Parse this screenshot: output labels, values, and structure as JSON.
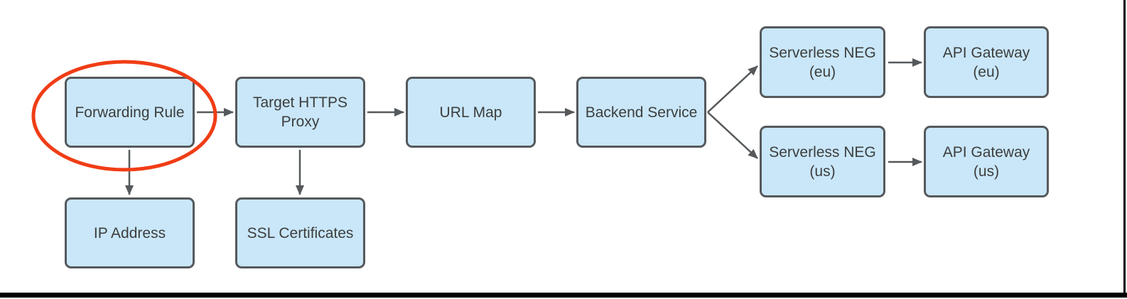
{
  "diagram": {
    "description": "Load balancing architecture flow diagram with the Forwarding Rule node circled in red",
    "nodes": [
      {
        "id": "forwarding-rule",
        "line1": "Forwarding Rule"
      },
      {
        "id": "target-https-proxy",
        "line1": "Target HTTPS",
        "line2": "Proxy"
      },
      {
        "id": "url-map",
        "line1": "URL Map"
      },
      {
        "id": "backend-service",
        "line1": "Backend Service"
      },
      {
        "id": "serverless-neg-eu",
        "line1": "Serverless NEG",
        "line2": "(eu)"
      },
      {
        "id": "api-gateway-eu",
        "line1": "API Gateway",
        "line2": "(eu)"
      },
      {
        "id": "serverless-neg-us",
        "line1": "Serverless NEG",
        "line2": "(us)"
      },
      {
        "id": "api-gateway-us",
        "line1": "API Gateway",
        "line2": "(us)"
      },
      {
        "id": "ip-address",
        "line1": "IP Address"
      },
      {
        "id": "ssl-certificates",
        "line1": "SSL Certificates"
      }
    ],
    "edges": [
      {
        "from": "Forwarding Rule",
        "to": "Target HTTPS Proxy"
      },
      {
        "from": "Target HTTPS Proxy",
        "to": "URL Map"
      },
      {
        "from": "URL Map",
        "to": "Backend Service"
      },
      {
        "from": "Backend Service",
        "to": "Serverless NEG (eu)"
      },
      {
        "from": "Backend Service",
        "to": "Serverless NEG (us)"
      },
      {
        "from": "Serverless NEG (eu)",
        "to": "API Gateway (eu)"
      },
      {
        "from": "Serverless NEG (us)",
        "to": "API Gateway (us)"
      },
      {
        "from": "Forwarding Rule",
        "to": "IP Address"
      },
      {
        "from": "Target HTTPS Proxy",
        "to": "SSL Certificates"
      }
    ],
    "annotation": {
      "type": "ellipse-highlight",
      "highlights": "Forwarding Rule",
      "color": "#f03d16"
    },
    "colors": {
      "node_fill": "#c9e7f9",
      "node_border": "#55595c",
      "arrow": "#55595c",
      "text": "#3d3d3d",
      "frame_edge": "#000000"
    }
  }
}
